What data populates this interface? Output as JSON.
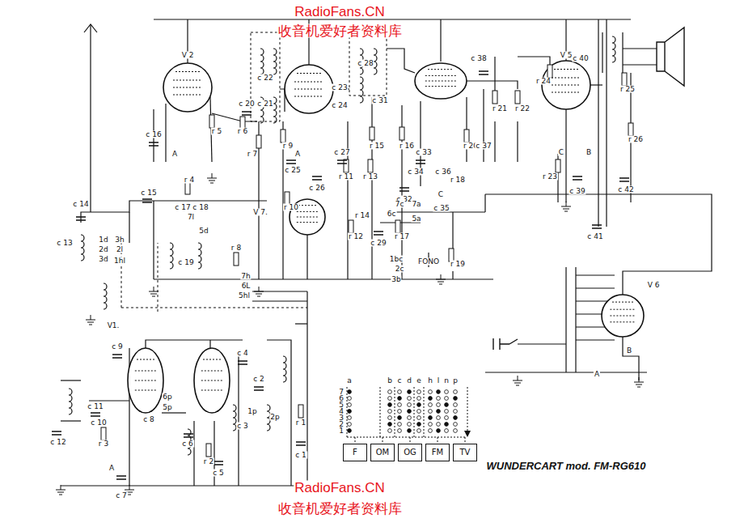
{
  "diagram": {
    "title": "WUNDERCART mod. FM-RG610",
    "nodes": [
      {
        "text": [
          "F"
        ]
      },
      {
        "text": [
          "OM"
        ]
      },
      {
        "text": [
          "OG"
        ]
      },
      {
        "text": [
          "FM"
        ]
      },
      {
        "text": [
          "TV"
        ]
      }
    ],
    "labels": [
      "RadioFans.CN",
      "收音机爱好者资料库",
      "V 2",
      "V 5",
      "V 7.",
      "V1.",
      "V 6",
      "c 22",
      "c 23",
      "c 21",
      "c 24",
      "c 20",
      "c 16",
      "r 5",
      "r 6",
      "r 7",
      "r 9",
      "c 25",
      "c 26",
      "c 27",
      "r 15",
      "r 11",
      "r 13",
      "c 28",
      "c 31",
      "r 16",
      "c 33",
      "c 34",
      "c 36",
      "r 18",
      "r 20",
      "c 37",
      "c 38",
      "r 21",
      "r 22",
      "r 24",
      "c 40",
      "r 25",
      "r 23",
      "c 39",
      "r 26",
      "c 42",
      "c 41",
      "c 32",
      "r 14",
      "r 10",
      "r 12",
      "c 29",
      "r 17",
      "r 19",
      "FONO",
      "c 35",
      "c 14",
      "c 13",
      "c 15",
      "r 4",
      "c 17",
      "c 18",
      "c 19",
      "r 8",
      "7h",
      "6L",
      "5hl",
      "1d",
      "2d",
      "3d",
      "3h",
      "2l",
      "1hl",
      "7l",
      "5d",
      "5a",
      "6c",
      "7c",
      "7a",
      "1bc",
      "2c",
      "3b",
      "c 9",
      "c 11",
      "c 10",
      "c 12",
      "r 3",
      "c 8",
      "6p",
      "5p",
      "c 6",
      "r 2",
      "c 5",
      "c 7",
      "c 4",
      "c 2",
      "c 3",
      "1p",
      "2p",
      "r 1",
      "c 1",
      "A",
      "A",
      "C",
      "C",
      "B",
      "B",
      "A",
      "A",
      "a",
      "b",
      "c",
      "d",
      "e",
      "h",
      "l",
      "n",
      "p",
      "7",
      "6",
      "5",
      "4",
      "3",
      "2",
      "1",
      "RadioFans.CN",
      "收音机爱好者资料库"
    ]
  }
}
